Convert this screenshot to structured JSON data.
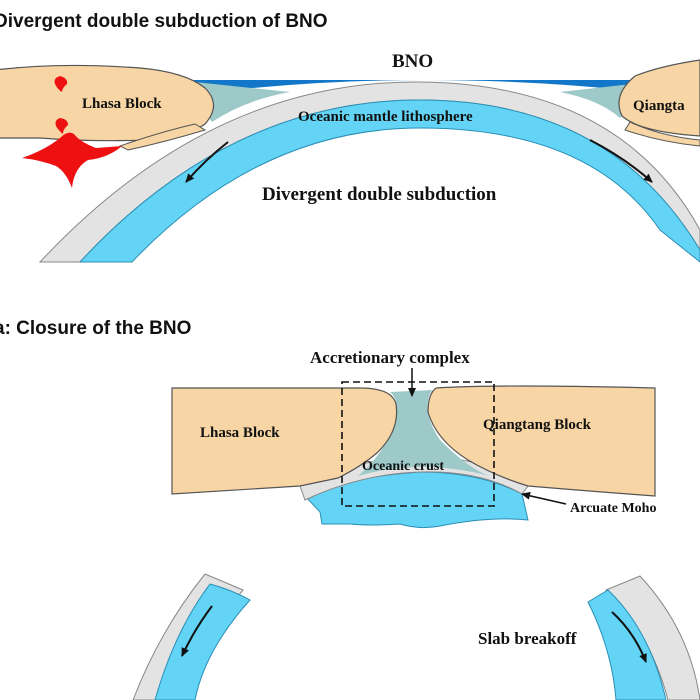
{
  "panel_top": {
    "title": "Divergent double subduction of BNO",
    "ocean_label": "BNO",
    "lhasa_label": "Lhasa Block",
    "qiangtang_label": "Qiangta",
    "mantle_label": "Oceanic  mantle lithosphere",
    "process_label": "Divergent double subduction"
  },
  "panel_bottom": {
    "title": "a: Closure of the BNO",
    "accretion_label": "Accretionary complex",
    "lhasa_label": "Lhasa Block",
    "qiangtang_label": "Qiangtang Block",
    "crust_label": "Oceanic crust",
    "moho_label": "Arcuate Moho",
    "breakoff_label": "Slab breakoff"
  },
  "colors": {
    "continent": "#f7d5a4",
    "mantle_lithosphere": "#63d4f5",
    "ocean_water": "#1277c8",
    "accretion": "#9dc9c8",
    "crust_grey": "#e3e3e3",
    "magma": "#ee1111",
    "outline": "#555555"
  }
}
